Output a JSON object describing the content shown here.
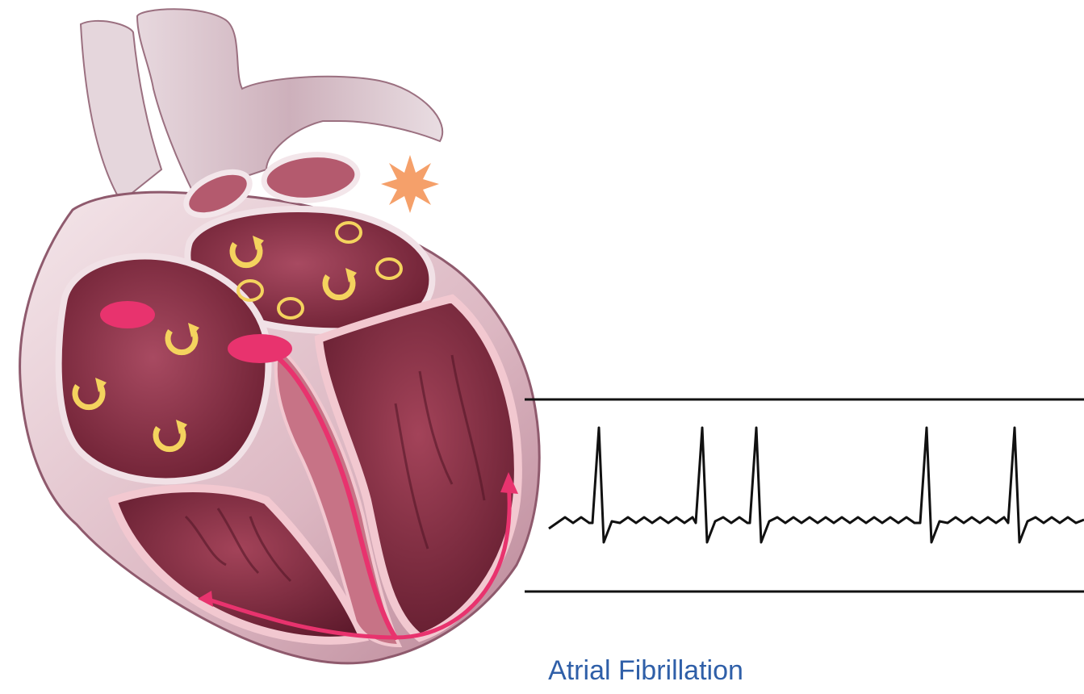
{
  "caption": {
    "text": "Atrial Fibrillation",
    "color": "#2f5fa8"
  },
  "colors": {
    "heart_outer": "#e9cfd6",
    "heart_shadow": "#c79aa8",
    "heart_tissue": "#b45a6e",
    "heart_chamber": "#8e2f45",
    "heart_dark": "#6a1f33",
    "heart_wall_light": "#f2c8d0",
    "aorta": "#dcc7cf",
    "conduction_path": "#e8336e",
    "node": "#e8336e",
    "circuit": "#f4d35e",
    "impulse_star": "#f5a06a",
    "ecg_line": "#111111",
    "ecg_frame": "#111111"
  },
  "icons": {
    "circuit_arrow": "circular-arrow-icon",
    "spark": "ectopic-spark-icon"
  },
  "ecg": {
    "rhythm": "irregularly irregular",
    "p_waves": "absent (fibrillatory baseline)",
    "qrs_complex_count": 5
  }
}
